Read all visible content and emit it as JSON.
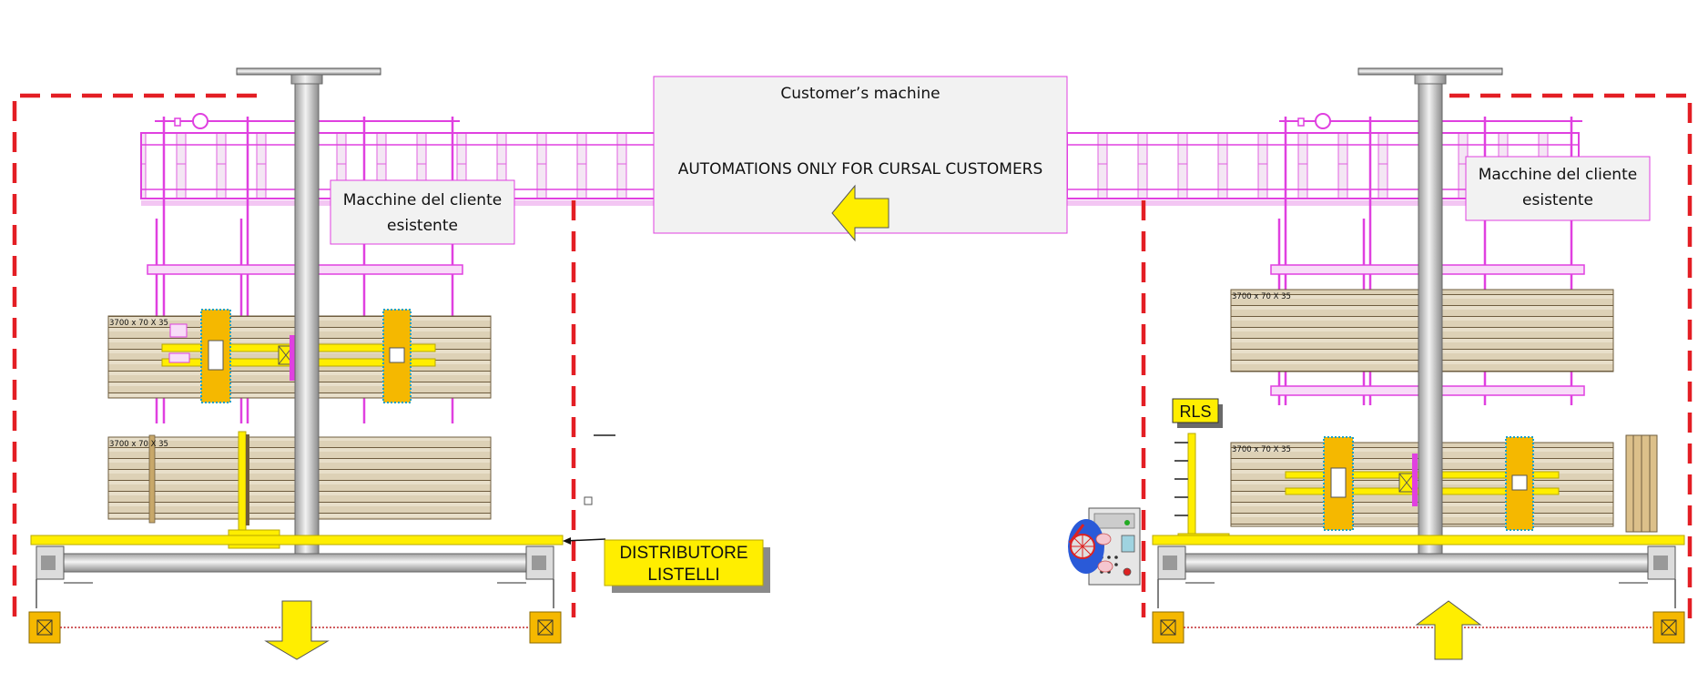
{
  "colors": {
    "magenta": "#e040e0",
    "magenta_light": "#f3c6f3",
    "yellow": "#ffee00",
    "yellow_dark": "#b8a800",
    "red_dash": "#e31e24",
    "steel": "#c4c4c4",
    "wood": "#d9ccb0",
    "wood_dark": "#6e5c3e",
    "orange": "#f5b800"
  },
  "center_box": {
    "title": "Customer’s machine",
    "subtitle": "AUTOMATIONS ONLY FOR CURSAL CUSTOMERS"
  },
  "left_machine": {
    "note_line1": "Macchine del cliente",
    "note_line2": "esistente",
    "stack1_dim": "3700 x 70 X 35",
    "stack2_dim": "3700 x 70 X 35"
  },
  "right_machine": {
    "note_line1": "Macchine del cliente",
    "note_line2": "esistente",
    "stack1_dim": "3700 x 70 X 35",
    "stack2_dim": "3700 x 70 X 35",
    "rls_label": "RLS"
  },
  "distributor": {
    "line1": "DISTRIBUTORE",
    "line2": "LISTELLI"
  },
  "icons": {
    "left_flow_arrow": "arrow-down-icon",
    "right_flow_arrow": "arrow-up-icon",
    "center_flow_arrow": "arrow-left-icon",
    "control_panel": "control-panel-icon"
  }
}
